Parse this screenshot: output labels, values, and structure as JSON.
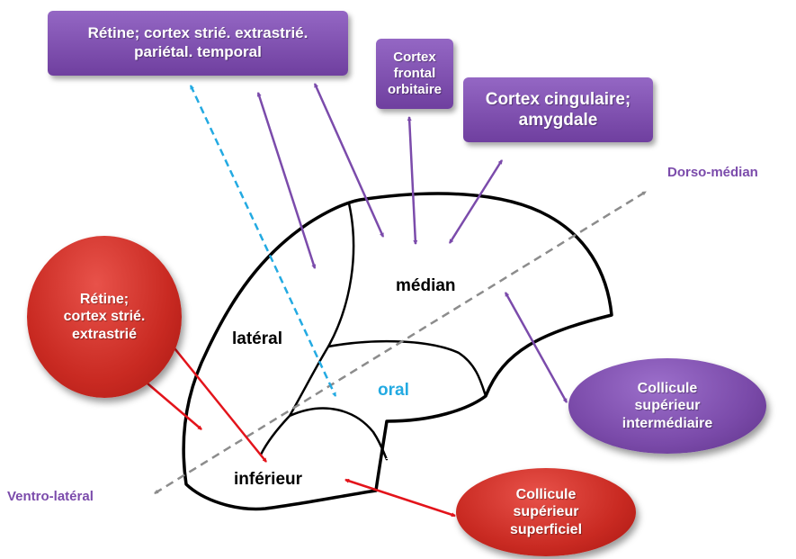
{
  "boxes": {
    "retine_cortex_top": "Rétine; cortex strié. extrastrié.\npariétal. temporal",
    "cortex_frontal": "Cortex\nfrontal\norbitaire",
    "cortex_cingulaire": "Cortex cingulaire;\namygdale",
    "retine_cortex_left": "Rétine;\ncortex strié.\nextrastrié",
    "colliculus_intermediaire": "Collicule\nsupérieur\nintermédiaire",
    "colliculus_superficiel": "Collicule\nsupérieur\nsuperficiel"
  },
  "regions": {
    "lateral": "latéral",
    "median": "médian",
    "oral": "oral",
    "inferieur": "inférieur"
  },
  "axes": {
    "dorso": "Dorso-médian",
    "ventro": "Ventro-latéral"
  },
  "colors": {
    "purple": "#7b4bab",
    "red": "#e3141b",
    "cyan": "#23aae2",
    "axis": "#8c8c8c",
    "outline": "#000000"
  }
}
